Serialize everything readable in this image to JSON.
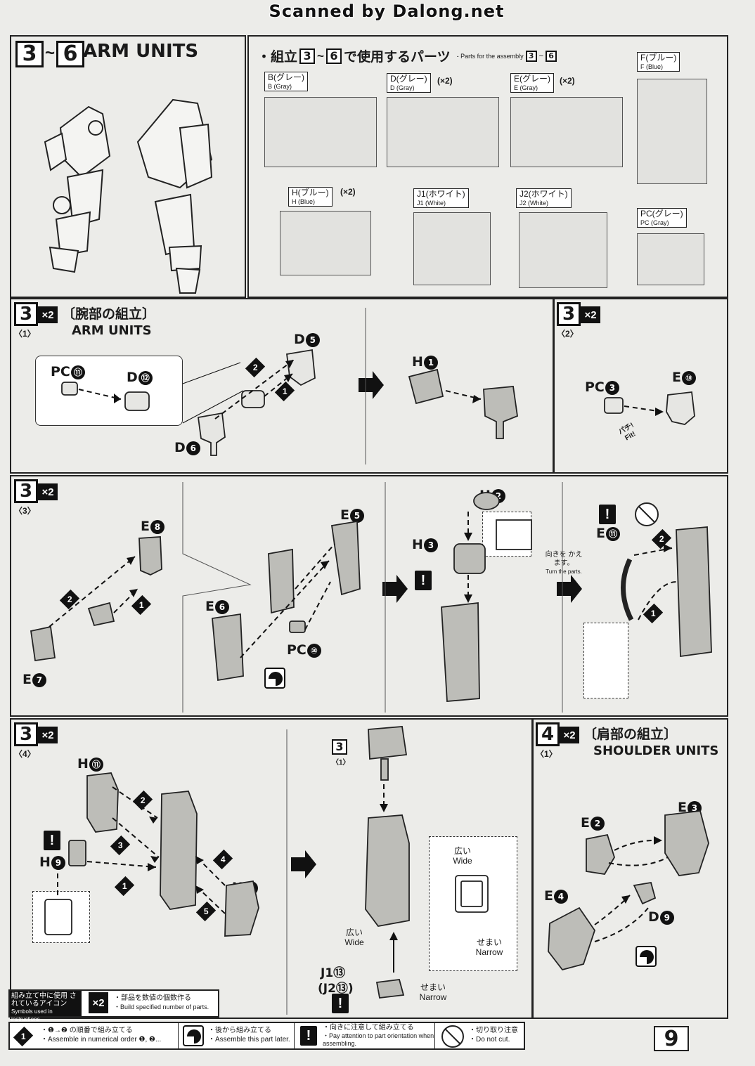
{
  "watermark": "Scanned by Dalong.net",
  "header": {
    "step_from": "3",
    "step_to": "6",
    "tilde": "~",
    "title": "ARM UNITS"
  },
  "parts": {
    "bullet": "・組立",
    "from": "3",
    "tilde": "~",
    "to": "6",
    "jp_suffix": "で使用するパーツ",
    "en_prefix": "- Parts for the assembly",
    "runners": [
      {
        "jp": "B(グレー)",
        "en": "B (Gray)",
        "mult": ""
      },
      {
        "jp": "D(グレー)",
        "en": "D (Gray)",
        "mult": "(×2)"
      },
      {
        "jp": "E(グレー)",
        "en": "E (Gray)",
        "mult": "(×2)"
      },
      {
        "jp": "F(ブルー)",
        "en": "F (Blue)",
        "mult": ""
      },
      {
        "jp": "H(ブルー)",
        "en": "H (Blue)",
        "mult": "(×2)"
      },
      {
        "jp": "J1(ホワイト)",
        "en": "J1 (White)",
        "mult": ""
      },
      {
        "jp": "J2(ホワイト)",
        "en": "J2 (White)",
        "mult": ""
      },
      {
        "jp": "PC(グレー)",
        "en": "PC (Gray)",
        "mult": ""
      }
    ]
  },
  "step3_1": {
    "num": "3",
    "x2": "×2",
    "sub": "〈1〉",
    "title_jp": "〔腕部の組立〕",
    "title_en": "ARM UNITS",
    "labels": {
      "pc11": "PC",
      "pc11n": "⑪",
      "d12": "D",
      "d12n": "⑫",
      "d5": "D",
      "d5n": "5",
      "d6": "D",
      "d6n": "6",
      "h1": "H",
      "h1n": "1"
    },
    "orders": [
      "1",
      "2"
    ]
  },
  "step3_2": {
    "num": "3",
    "x2": "×2",
    "sub": "〈2〉",
    "labels": {
      "pc3": "PC",
      "pc3n": "3",
      "e10": "E",
      "e10n": "⑩"
    },
    "fit": "パチ! Fit!"
  },
  "step3_3": {
    "num": "3",
    "x2": "×2",
    "sub": "〈3〉",
    "labels": {
      "e8": "E",
      "e8n": "8",
      "e7": "E",
      "e7n": "7",
      "e5": "E",
      "e5n": "5",
      "e6": "E",
      "e6n": "6",
      "pc10": "PC",
      "pc10n": "⑩",
      "h2": "H",
      "h2n": "2",
      "h3": "H",
      "h3n": "3",
      "e11": "E",
      "e11n": "⑪"
    },
    "orders": [
      "1",
      "2"
    ],
    "turn_jp": "向きを かえます。",
    "turn_en": "Turn the parts."
  },
  "step3_4": {
    "num": "3",
    "x2": "×2",
    "sub": "〈4〉",
    "labels": {
      "h11": "H",
      "h11n": "⑪",
      "h9": "H",
      "h9n": "9",
      "h10": "H",
      "h10n": "⑩"
    },
    "orders": [
      "1",
      "2",
      "3",
      "4",
      "5"
    ],
    "ref_num": "3",
    "ref_sub": "〈1〉",
    "wide_jp": "広い",
    "wide_en": "Wide",
    "narrow_jp": "せまい",
    "narrow_en": "Narrow",
    "j_label": "J1⑬",
    "j_label2": "(J2⑬)"
  },
  "step4_1": {
    "num": "4",
    "x2": "×2",
    "sub": "〈1〉",
    "title_jp": "〔肩部の組立〕",
    "title_en": "SHOULDER UNITS",
    "labels": {
      "e2": "E",
      "e2n": "2",
      "e3": "E",
      "e3n": "3",
      "e4": "E",
      "e4n": "4",
      "d9": "D",
      "d9n": "9"
    }
  },
  "legend": {
    "symbols_jp": "組み立て中に使用 されているアイコン",
    "symbols_en": "Symbols used in instructions",
    "x2_jp": "・部品を数値の個数作る",
    "x2_en": "・Build specified number of parts.",
    "order_jp": "・❶→❷ の順番で組み立てる",
    "order_en": "・Assemble in numerical order ❶, ❷...",
    "later_jp": "・後から組み立てる",
    "later_en": "・Assemble this part later.",
    "warn_jp": "・向きに注意して組み立てる",
    "warn_en": "・Pay attention to part orientation when assembling.",
    "cut_jp": "・切り取り注意",
    "cut_en": "・Do not cut."
  },
  "page_number": "9"
}
